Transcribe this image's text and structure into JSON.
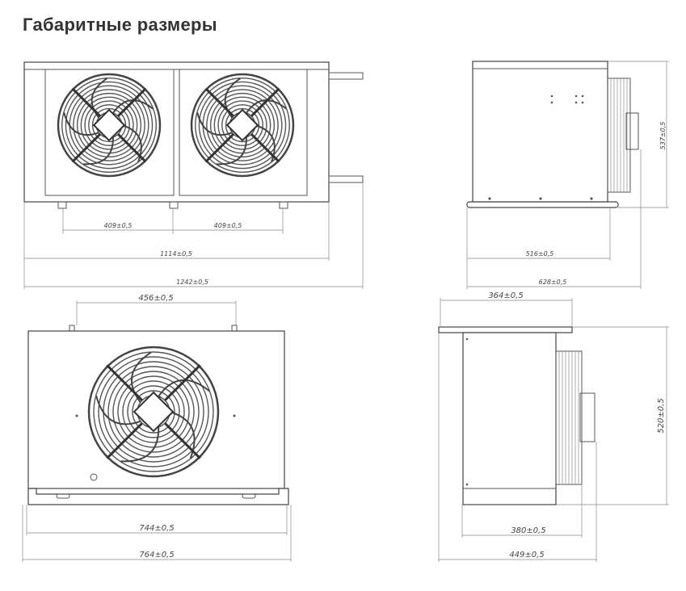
{
  "title": "Габаритные размеры",
  "views": {
    "front_top": {
      "dim_fan_pitch_1": "409±0,5",
      "dim_fan_pitch_2": "409±0,5",
      "dim_body_width": "1114±0,5",
      "dim_total_width": "1242±0,5"
    },
    "side_top": {
      "dim_base_depth": "516±0,5",
      "dim_total_depth": "628±0,5",
      "dim_height": "537±0,5"
    },
    "front_bottom": {
      "dim_mount": "456±0,5",
      "dim_body_width": "744±0,5",
      "dim_total_width": "764±0,5"
    },
    "side_bottom": {
      "dim_top_plate": "364±0,5",
      "dim_height": "520±0,5",
      "dim_body_depth": "380±0,5",
      "dim_total_depth": "449±0,5"
    }
  }
}
